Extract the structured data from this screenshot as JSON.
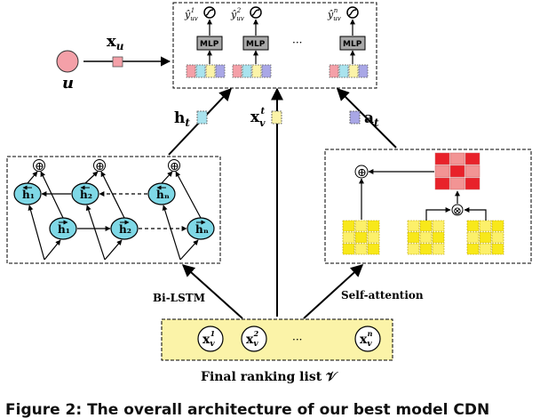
{
  "user": {
    "symbol": "u",
    "vector_label": "x",
    "vector_sub": "u"
  },
  "outputs": [
    {
      "y": "ŷ",
      "sub": "uv",
      "sup": "1"
    },
    {
      "y": "ŷ",
      "sub": "uv",
      "sup": "2"
    },
    {
      "y": "ŷ",
      "sub": "uv",
      "sup": "n"
    }
  ],
  "mlp_label": "MLP",
  "ellipsis": "···",
  "arrow_labels": {
    "h": {
      "main": "h",
      "sub": "t"
    },
    "x": {
      "main": "x",
      "sub": "v",
      "sup": "t"
    },
    "a": {
      "main": "a",
      "sub": "t"
    }
  },
  "bilstm": {
    "backward": [
      "h₁",
      "h₂",
      "hₙ"
    ],
    "forward": [
      "h₁",
      "h₂",
      "hₙ"
    ],
    "plus": "⊕"
  },
  "attention": {
    "plus": "⊕",
    "times": "⊗"
  },
  "branch_labels": {
    "left": "Bi-LSTM",
    "right": "Self-attention"
  },
  "ranking_list": {
    "items": [
      {
        "main": "x",
        "sub": "v",
        "sup": "1"
      },
      {
        "main": "x",
        "sub": "v",
        "sup": "2"
      },
      {
        "main": "x",
        "sub": "v",
        "sup": "n"
      }
    ],
    "label": "Final ranking list 𝒱"
  },
  "caption": "Figure 2: The overall architecture of our best model CDN",
  "colors": {
    "user_circle": "#f4a0a8",
    "lstm_cell": "#7fd8e6",
    "mlp_box": "#a8a8a8",
    "ranking_box": "#fbf3a8",
    "yellow_block": "#f8e81a",
    "red_dark": "#e8222a",
    "red_light": "#f29494"
  }
}
